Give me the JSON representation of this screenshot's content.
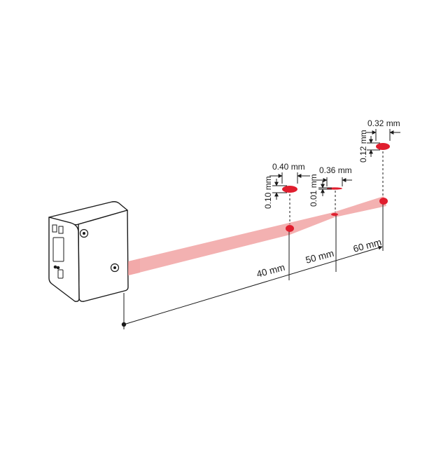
{
  "colors": {
    "beam": "#f2a8a8",
    "spot": "#e01e2e",
    "outline": "#1a1a1a",
    "background": "#ffffff"
  },
  "distances": [
    {
      "label": "40 mm"
    },
    {
      "label": "50 mm"
    },
    {
      "label": "60 mm"
    }
  ],
  "spots": [
    {
      "width_label": "0.40 mm",
      "height_label": "0.10 mm"
    },
    {
      "width_label": "0.36 mm",
      "height_label": "0.01 mm"
    },
    {
      "width_label": "0.32 mm",
      "height_label": "0.12 mm"
    }
  ]
}
